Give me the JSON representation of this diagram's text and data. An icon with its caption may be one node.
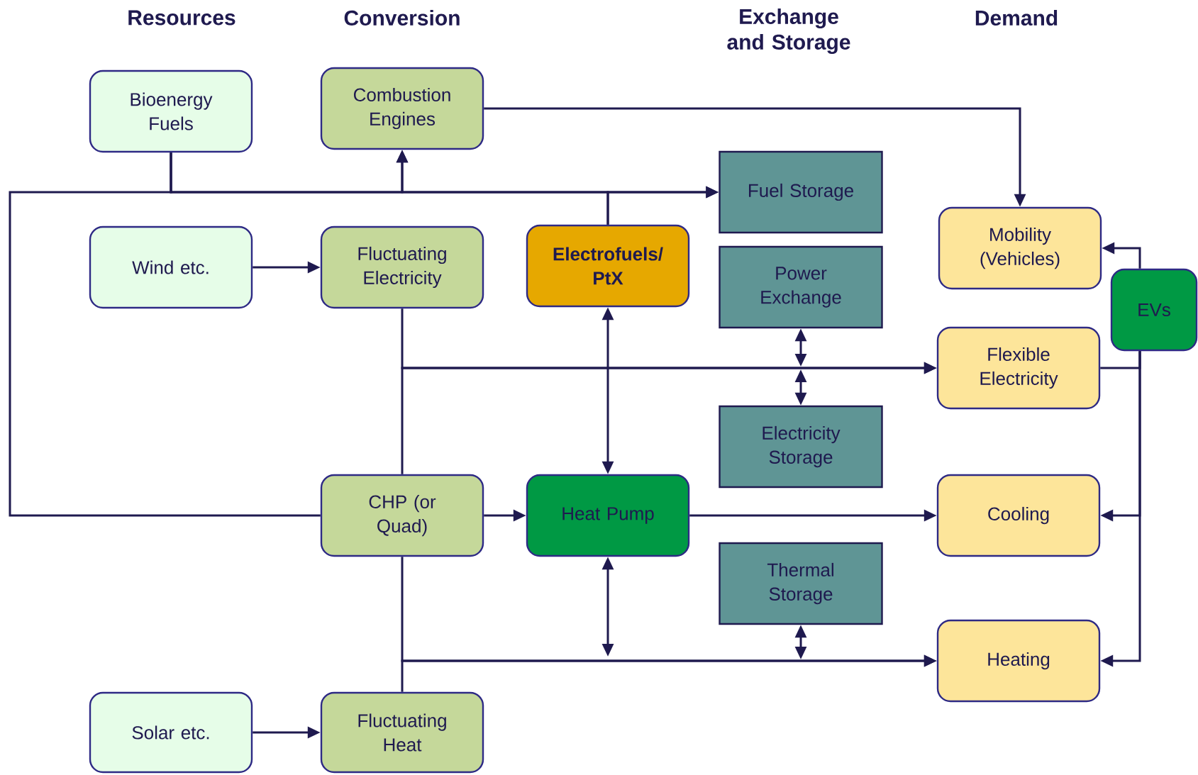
{
  "diagram": {
    "nodes": [
      {
        "text": [
          "Bioenergy Fuels"
        ]
      },
      {
        "text": [
          "Combustion Engines"
        ]
      },
      {
        "text": [
          "Fuel Storage"
        ]
      },
      {
        "text": [
          "Wind etc."
        ]
      },
      {
        "text": [
          "Fluctuating Electricity"
        ]
      },
      {
        "text": [
          "Electrofuels/ PtX"
        ]
      },
      {
        "text": [
          "Power Exchange"
        ]
      },
      {
        "text": [
          "Mobility (Vehicles)"
        ]
      },
      {
        "text": [
          "EVs"
        ]
      },
      {
        "text": [
          "Flexible Electricity"
        ]
      },
      {
        "text": [
          "Electricity Storage"
        ]
      },
      {
        "text": [
          "CHP (or Quad)"
        ]
      },
      {
        "text": [
          "Heat Pump"
        ]
      },
      {
        "text": [
          "Cooling"
        ]
      },
      {
        "text": [
          "Thermal Storage"
        ]
      },
      {
        "text": [
          "Heating"
        ]
      },
      {
        "text": [
          "Solar etc."
        ]
      },
      {
        "text": [
          "Fluctuating Heat"
        ]
      }
    ],
    "edges": [
      {
        "from": 0,
        "to": 1,
        "arrow": "to"
      },
      {
        "from": 0,
        "to": 2,
        "arrow": "to"
      },
      {
        "from": 0,
        "to": 11,
        "arrow": "none"
      },
      {
        "from": 5,
        "to": 2,
        "arrow": "to"
      },
      {
        "from": 5,
        "to": 1,
        "arrow": "to"
      },
      {
        "from": 1,
        "to": 7,
        "arrow": "to"
      },
      {
        "from": 3,
        "to": 4,
        "arrow": "to"
      },
      {
        "from": 4,
        "to": 9,
        "arrow": "to"
      },
      {
        "from": 11,
        "to": 9,
        "arrow": "to"
      },
      {
        "from": 5,
        "to": 12,
        "arrow": "both"
      },
      {
        "from": 6,
        "to": null,
        "arrow": "both"
      },
      {
        "from": 10,
        "to": null,
        "arrow": "both"
      },
      {
        "from": 11,
        "to": 12,
        "arrow": "to"
      },
      {
        "from": 12,
        "to": 13,
        "arrow": "to"
      },
      {
        "from": 11,
        "to": 15,
        "arrow": "to"
      },
      {
        "from": 17,
        "to": 15,
        "arrow": "to"
      },
      {
        "from": 12,
        "to": null,
        "arrow": "both"
      },
      {
        "from": 14,
        "to": null,
        "arrow": "both"
      },
      {
        "from": 16,
        "to": 17,
        "arrow": "to"
      },
      {
        "from": 9,
        "to": 8,
        "arrow": "none"
      },
      {
        "from": 8,
        "to": 7,
        "arrow": "to"
      },
      {
        "from": 8,
        "to": 13,
        "arrow": "to"
      },
      {
        "from": 8,
        "to": 15,
        "arrow": "to"
      }
    ],
    "labels": [
      "Resources",
      "Conversion",
      "Exchange and Storage",
      "Demand"
    ]
  }
}
